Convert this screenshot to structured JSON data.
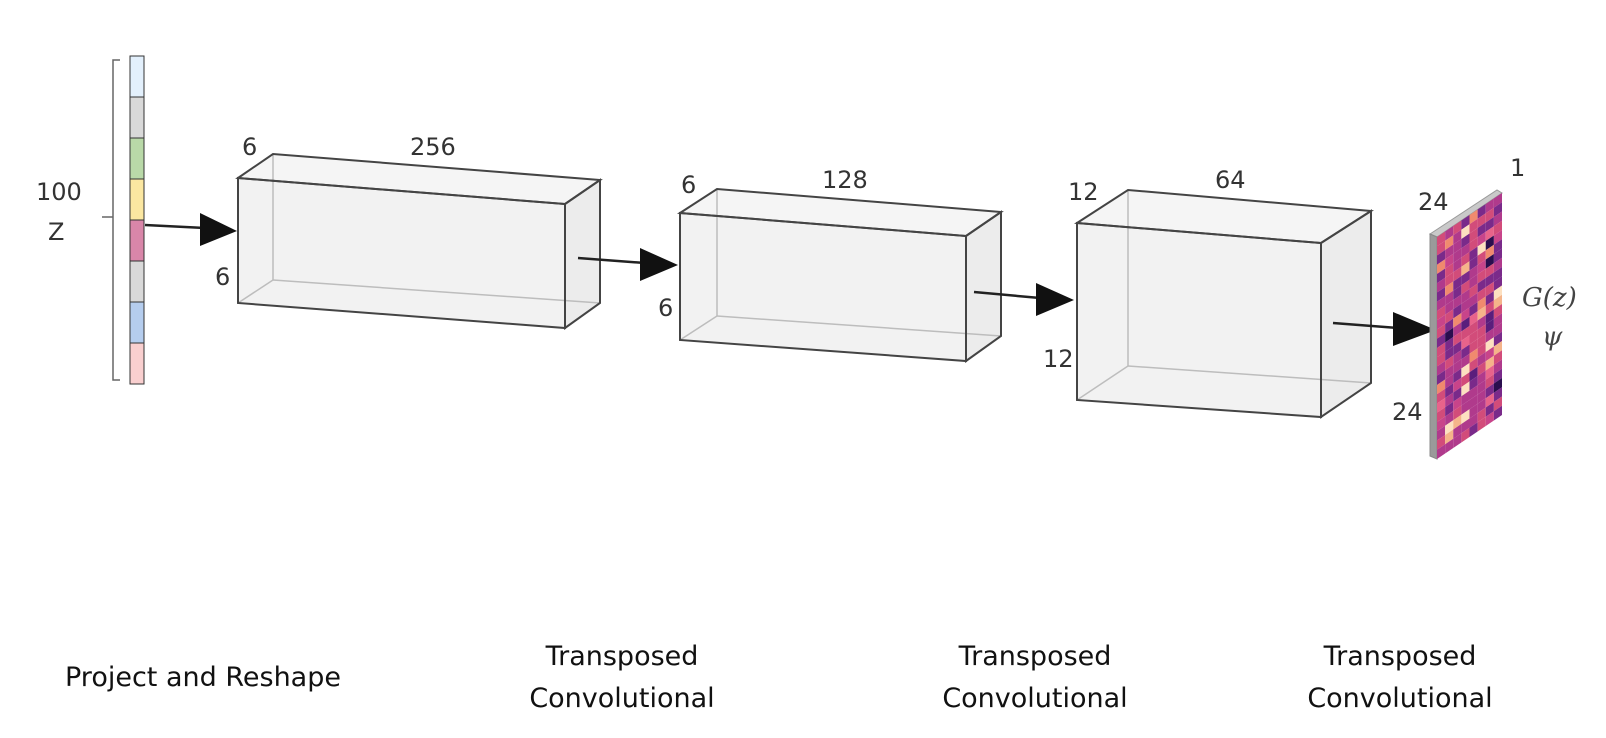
{
  "latent": {
    "size_label": "100",
    "var_label": "Z",
    "cell_colors": [
      "#e3f0fc",
      "#d9d9d9",
      "#b9d9a8",
      "#fbe7a1",
      "#d986a9",
      "#d9d9d9",
      "#b5cdee",
      "#f9cfcf"
    ]
  },
  "blocks": [
    {
      "depth_label": "6",
      "channels_label": "256",
      "height_label": "6"
    },
    {
      "depth_label": "6",
      "channels_label": "128",
      "height_label": "6"
    },
    {
      "depth_label": "12",
      "channels_label": "64",
      "height_label": "12"
    }
  ],
  "output": {
    "channels_label": "1",
    "width_label": "24",
    "height_label": "24",
    "name_label": "G(z)",
    "symbol_label": "ψ",
    "heatmap_colors": [
      "#b03a8c",
      "#d24c7a",
      "#7a2a8a",
      "#e8638b",
      "#f08a6e",
      "#5a1e7c",
      "#c8448a",
      "#f5b48a",
      "#2a0e4e",
      "#fde0c0"
    ]
  },
  "stage_labels": {
    "project": "Project and Reshape",
    "tconv1_line1": "Transposed",
    "tconv1_line2": "Convolutional",
    "tconv2_line1": "Transposed",
    "tconv2_line2": "Convolutional",
    "tconv3_line1": "Transposed",
    "tconv3_line2": "Convolutional"
  }
}
